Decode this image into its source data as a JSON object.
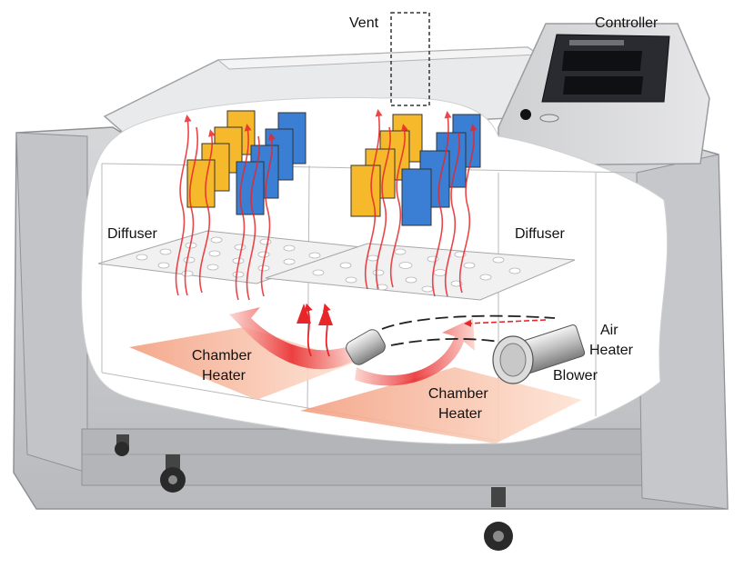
{
  "labels": {
    "vent": "Vent",
    "controller": "Controller",
    "diffuser_left": "Diffuser",
    "diffuser_right": "Diffuser",
    "chamber_heater_left": [
      "Chamber",
      "Heater"
    ],
    "chamber_heater_right": [
      "Chamber",
      "Heater"
    ],
    "air_heater": [
      "Air",
      "Heater"
    ],
    "blower": "Blower"
  },
  "colors": {
    "cabinet": "#c9cacc",
    "cabinet_dark": "#9fa1a4",
    "panel_black": "#1c1d22",
    "airflow_red": "#e8262a",
    "flow_light": "#f28a80",
    "heater_peach": "#f6c4a6",
    "panel_yellow": "#f7b92c",
    "panel_blue": "#3a7fd3",
    "diffuser_fill": "#f1f1f1"
  },
  "icons": {
    "flow_arrow": "arrow-icon",
    "caster": "caster-wheel-icon",
    "knob": "control-knob-icon"
  }
}
